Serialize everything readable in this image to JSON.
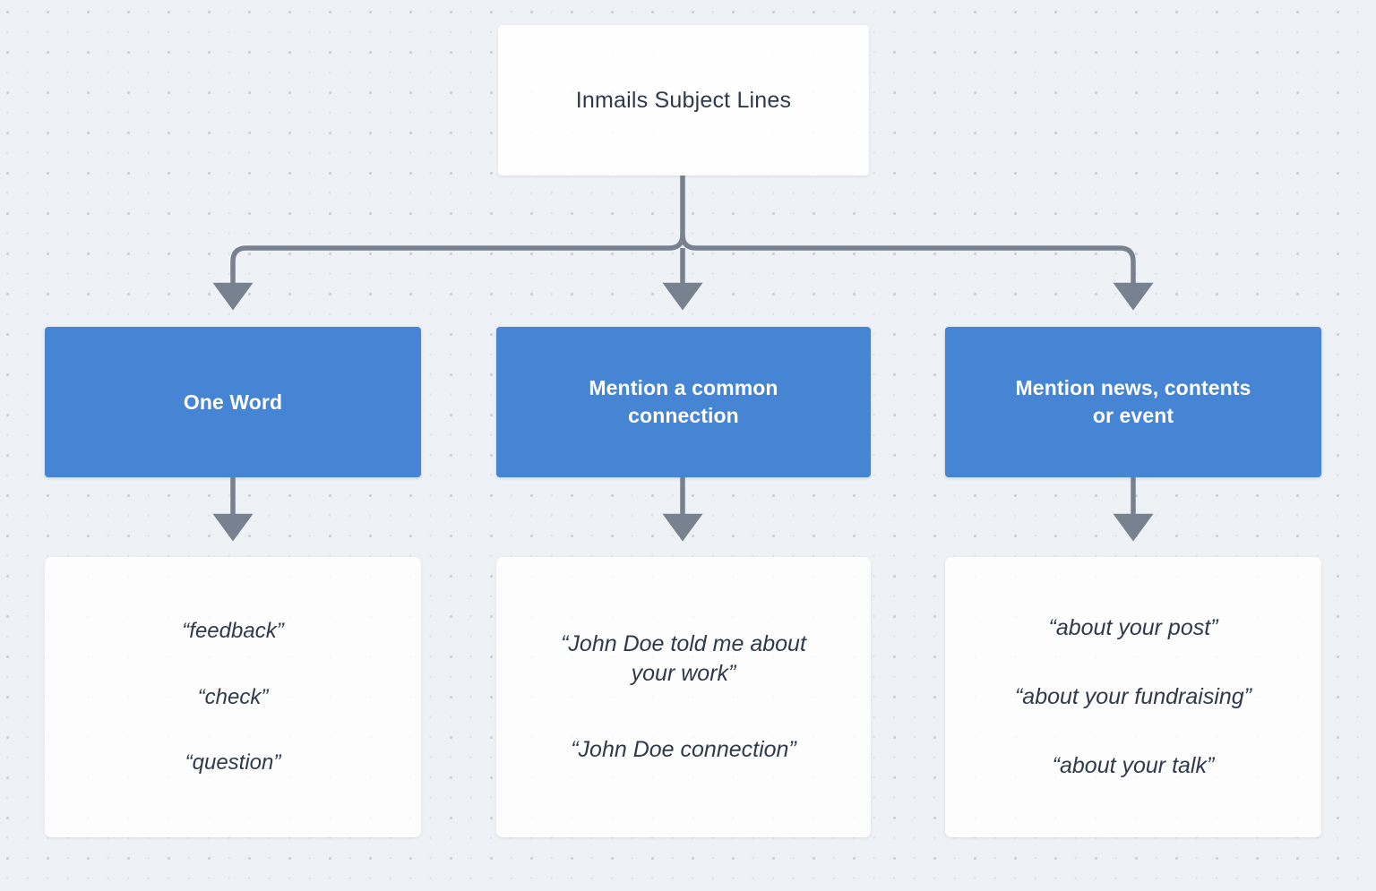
{
  "diagram": {
    "title": "Inmails Subject Lines",
    "background_color": "#eef1f5",
    "accent_color": "#4585d3",
    "connector_color": "#78818f",
    "text_color": "#2e3a4a",
    "root": {
      "label": "Inmails Subject Lines"
    },
    "branches": [
      {
        "category_label": "One Word",
        "examples": [
          "“feedback”",
          "“check”",
          "“question”"
        ]
      },
      {
        "category_label": "Mention a common\nconnection",
        "examples": [
          "“John Doe told me about\nyour work”",
          "“John Doe connection”"
        ]
      },
      {
        "category_label": "Mention news, contents\nor event",
        "examples": [
          "“about your post”",
          "“about your fundraising”",
          "“about your talk”"
        ]
      }
    ]
  }
}
